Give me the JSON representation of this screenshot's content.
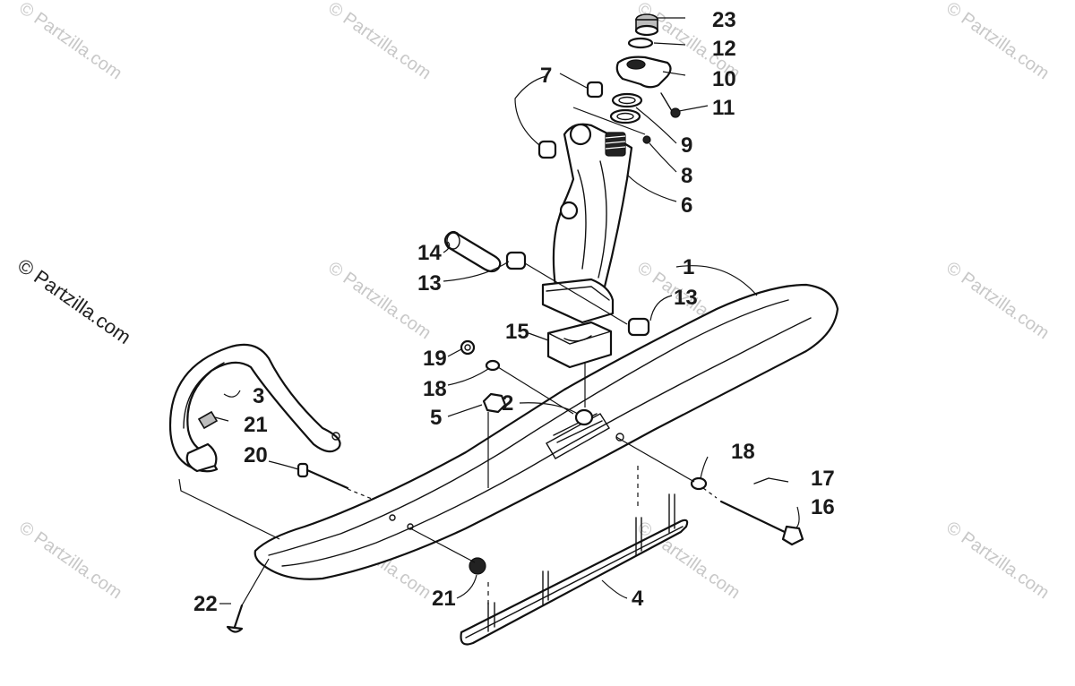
{
  "watermarks": {
    "text": "© Partzilla.com",
    "prominent_text": "© Partzilla.com"
  },
  "callouts": {
    "c1": "1",
    "c2": "2",
    "c3": "3",
    "c4": "4",
    "c5": "5",
    "c6": "6",
    "c7": "7",
    "c8": "8",
    "c9": "9",
    "c10": "10",
    "c11": "11",
    "c12": "12",
    "c13a": "13",
    "c13b": "13",
    "c14": "14",
    "c15": "15",
    "c16": "16",
    "c17": "17",
    "c18a": "18",
    "c18b": "18",
    "c19": "19",
    "c20": "20",
    "c21a": "21",
    "c21b": "21",
    "c22": "22",
    "c23": "23"
  }
}
